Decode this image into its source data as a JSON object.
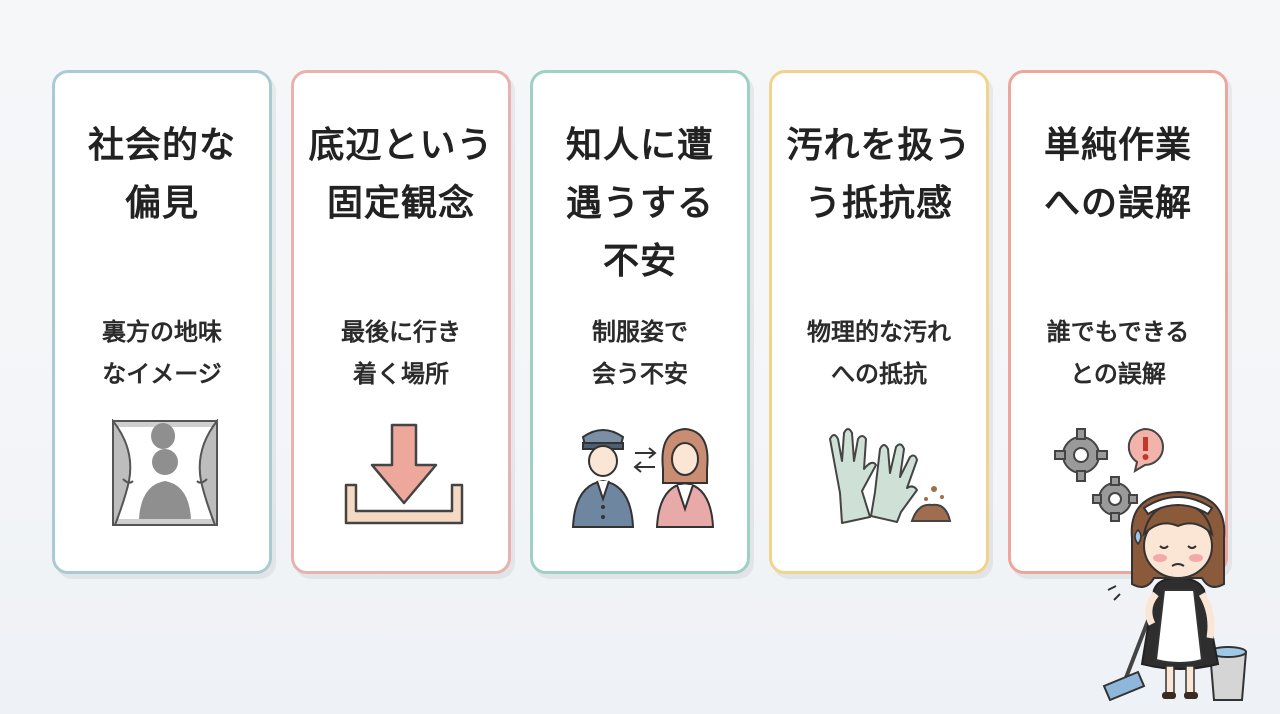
{
  "colors": {
    "card1_border": "#a9cbd3",
    "card2_border": "#e6b3ad",
    "card3_border": "#9fd0c4",
    "card4_border": "#f0d48e",
    "card5_border": "#eba79b",
    "accent_pink": "#eba59a",
    "illustration_gray": "#8f8f8f"
  },
  "cards": [
    {
      "title_line1": "社会的な",
      "title_line2": "偏見",
      "title_line3": "",
      "desc_line1": "裏方の地味",
      "desc_line2": "なイメージ",
      "icon": "curtain-silhouette-icon"
    },
    {
      "title_line1": "底辺という",
      "title_line2": "固定観念",
      "title_line3": "",
      "desc_line1": "最後に行き",
      "desc_line2": "着く場所",
      "icon": "down-arrow-tray-icon"
    },
    {
      "title_line1": "知人に遭",
      "title_line2": "遇うする",
      "title_line3": "不安",
      "desc_line1": "制服姿で",
      "desc_line2": "会う不安",
      "icon": "guard-and-woman-icon"
    },
    {
      "title_line1": "汚れを扱う",
      "title_line2": "う抵抗感",
      "title_line3": "",
      "desc_line1": "物理的な汚れ",
      "desc_line2": "への抵抗",
      "icon": "rubber-gloves-dirt-icon"
    },
    {
      "title_line1": "単純作業",
      "title_line2": "への誤解",
      "title_line3": "",
      "desc_line1": "誰でもできる",
      "desc_line2": "との誤解",
      "icon": "gears-warning-icon"
    }
  ],
  "mascot": "cleaning-maid-icon"
}
